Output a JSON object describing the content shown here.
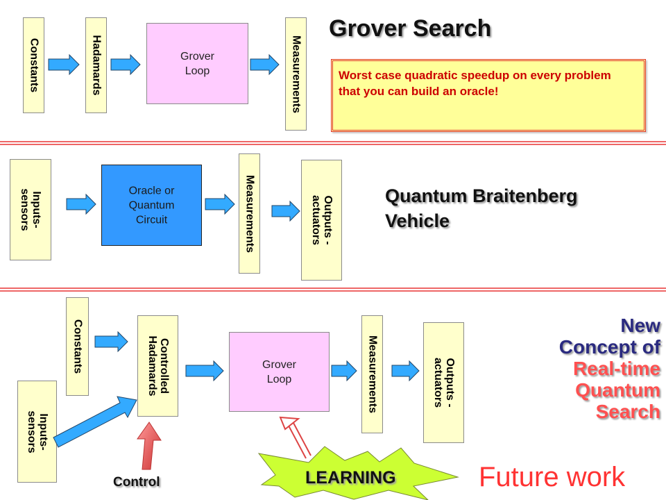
{
  "section1": {
    "constants": "Constants",
    "hadamards": "Hadamards",
    "grover_loop": "Grover\nLoop",
    "measurements": "Measurements",
    "title": "Grover Search",
    "callout": "Worst case quadratic speedup on every problem that you can build an oracle!"
  },
  "section2": {
    "inputs": "Inputs-\nsensors",
    "oracle": "Oracle or\nQuantum\nCircuit",
    "measurements": "Measurements",
    "outputs": "Outputs -\nactuators",
    "title_line1": "Quantum Braitenberg",
    "title_line2": "Vehicle"
  },
  "section3": {
    "constants": "Constants",
    "controlled_hadamards": "Controlled\nHadamards",
    "grover_loop": "Grover\nLoop",
    "measurements": "Measurements",
    "outputs": "Outputs -\nactuators",
    "inputs": "Inputs-\nsensors",
    "control": "Control",
    "learning": "LEARNING",
    "future_work": "Future work",
    "concept": {
      "new": "New",
      "concept": "Concept",
      "of": "of",
      "real_time": "Real-time",
      "quantum": "Quantum",
      "search": "Search"
    }
  },
  "colors": {
    "label_box": "#ffffcc",
    "grover_box": "#ffccff",
    "oracle_box": "#3399ff",
    "arrow_blue": "#33aaff",
    "divider_red": "#ee6666",
    "callout_border": "#e03030",
    "callout_text": "#cc0000",
    "future_work": "#ff3333",
    "learning_star": "#ccff33",
    "concept_navy": "#2a2a80",
    "concept_red": "#ff5050"
  }
}
